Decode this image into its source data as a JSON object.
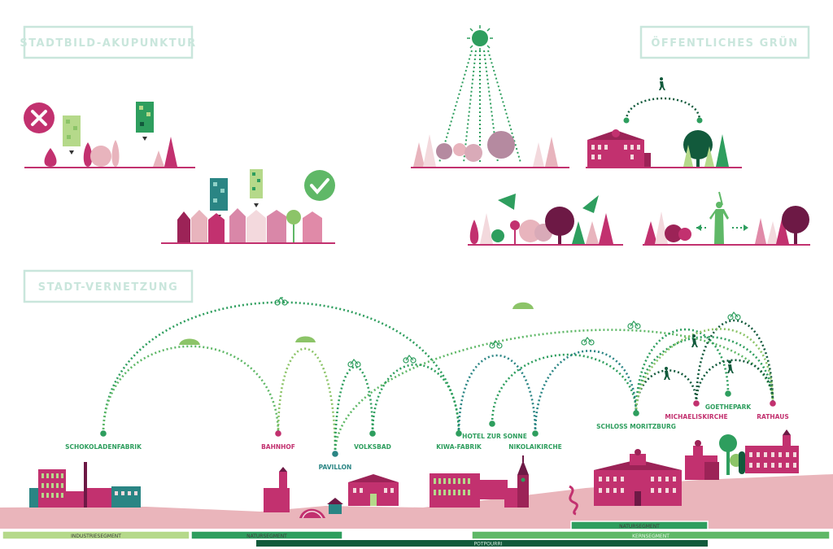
{
  "sections": {
    "akupunktur": "STADTBILD-AKUPUNKTUR",
    "gruen": "ÖFFENTLICHES GRÜN",
    "vernetzung": "STADT-VERNETZUNG"
  },
  "places": [
    {
      "id": "schokoladenfabrik",
      "label": "SCHOKOLADENFABRIK",
      "color": "#2e9e5e"
    },
    {
      "id": "bahnhof",
      "label": "BAHNHOF",
      "color": "#c2316f"
    },
    {
      "id": "pavillon",
      "label": "PAVILLON",
      "color": "#2a8584"
    },
    {
      "id": "volksbad",
      "label": "VOLKSBAD",
      "color": "#2e9e5e"
    },
    {
      "id": "kiwa",
      "label": "KIWA-FABRIK",
      "color": "#2e9e5e"
    },
    {
      "id": "hotel",
      "label": "HOTEL ZUR SONNE",
      "color": "#2e9e5e"
    },
    {
      "id": "nikolaikirche",
      "label": "NIKOLAIKIRCHE",
      "color": "#2e9e5e"
    },
    {
      "id": "schloss",
      "label": "SCHLOSS MORITZBURG",
      "color": "#2e9e5e"
    },
    {
      "id": "michaeliskirche",
      "label": "MICHAELISKIRCHE",
      "color": "#c2316f"
    },
    {
      "id": "goethepark",
      "label": "GOETHEPARK",
      "color": "#2e9e5e"
    },
    {
      "id": "rathaus",
      "label": "RATHAUS",
      "color": "#c2316f"
    }
  ],
  "segments": {
    "industrie": "INDUSTRIESEGMENT",
    "natur_left": "NATURSEGMENT",
    "natur_right": "NATURSEGMENT",
    "kern": "KERNSEGMENT",
    "potpourri": "POTPOURRI"
  },
  "colors": {
    "magenta": "#c2316f",
    "pink_light": "#e8b4bd",
    "green": "#2e9e5e",
    "green_light": "#b5d98a",
    "green_dark": "#125a3c",
    "mint": "#c9e6dc",
    "teal": "#2a8584",
    "ground": "#eab5bb"
  },
  "icons": [
    "cross-icon",
    "check-icon",
    "sun-icon",
    "walker-icon",
    "bicycle-icon",
    "car-icon",
    "statue-icon"
  ]
}
